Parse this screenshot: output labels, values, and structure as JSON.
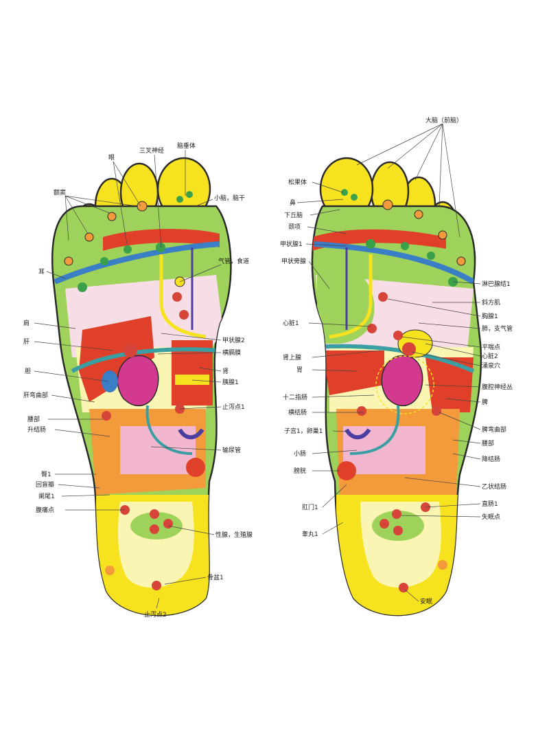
{
  "colors": {
    "outline": "#2a2a2a",
    "outer_green": "#9fd25a",
    "yellow": "#f6e21e",
    "pale_yellow": "#fbf5b4",
    "red": "#e0402a",
    "orange": "#f39a3a",
    "pink": "#f2b6cf",
    "pale_pink": "#f7dde6",
    "magenta": "#d33a8f",
    "blue": "#3a7fc6",
    "teal": "#3a9fa3",
    "purple": "#4a3fa0",
    "green_dot": "#3aa04a",
    "point": "#d7443a"
  },
  "left_foot": {
    "labels": [
      {
        "id": "l1",
        "text": "额窦"
      },
      {
        "id": "l2",
        "text": "眼"
      },
      {
        "id": "l3",
        "text": "三叉神经"
      },
      {
        "id": "l4",
        "text": "脑垂体"
      },
      {
        "id": "l5",
        "text": "小脑，脑干"
      },
      {
        "id": "l6",
        "text": "耳"
      },
      {
        "id": "l7",
        "text": "气管，食道"
      },
      {
        "id": "l8",
        "text": "肩"
      },
      {
        "id": "l9",
        "text": "肝"
      },
      {
        "id": "l10",
        "text": "甲状腺2"
      },
      {
        "id": "l11",
        "text": "横膈膜"
      },
      {
        "id": "l12",
        "text": "胆"
      },
      {
        "id": "l13",
        "text": "肾"
      },
      {
        "id": "l14",
        "text": "胰腺1"
      },
      {
        "id": "l15",
        "text": "肝弯曲部"
      },
      {
        "id": "l16",
        "text": "止泻点1"
      },
      {
        "id": "l17",
        "text": "腰部"
      },
      {
        "id": "l18",
        "text": "升结肠"
      },
      {
        "id": "l19",
        "text": "输尿管"
      },
      {
        "id": "l20",
        "text": "臀1"
      },
      {
        "id": "l21",
        "text": "回盲瓣"
      },
      {
        "id": "l22",
        "text": "阑尾1"
      },
      {
        "id": "l23",
        "text": "腹痛点"
      },
      {
        "id": "l24",
        "text": "性腺，生殖腺"
      },
      {
        "id": "l25",
        "text": "骨盆1"
      },
      {
        "id": "l26",
        "text": "止泻点2"
      }
    ]
  },
  "right_foot": {
    "labels": [
      {
        "id": "r1",
        "text": "大脑（前脑）"
      },
      {
        "id": "r2",
        "text": "松果体"
      },
      {
        "id": "r3",
        "text": "鼻"
      },
      {
        "id": "r4",
        "text": "下丘脑"
      },
      {
        "id": "r5",
        "text": "颈项"
      },
      {
        "id": "r6",
        "text": "甲状腺1"
      },
      {
        "id": "r7",
        "text": "甲状旁腺"
      },
      {
        "id": "r8",
        "text": "淋巴腺结1"
      },
      {
        "id": "r9",
        "text": "斜方肌"
      },
      {
        "id": "r10",
        "text": "胸腺1"
      },
      {
        "id": "r11",
        "text": "心脏1"
      },
      {
        "id": "r12",
        "text": "肺，支气管"
      },
      {
        "id": "r13",
        "text": "平喘点"
      },
      {
        "id": "r14",
        "text": "心脏2"
      },
      {
        "id": "r15",
        "text": "肾上腺"
      },
      {
        "id": "r16",
        "text": "涌泉穴"
      },
      {
        "id": "r17",
        "text": "胃"
      },
      {
        "id": "r18",
        "text": "腹腔神经丛"
      },
      {
        "id": "r19",
        "text": "十二指肠"
      },
      {
        "id": "r20",
        "text": "脾"
      },
      {
        "id": "r21",
        "text": "横结肠"
      },
      {
        "id": "r22",
        "text": "脾弯曲部"
      },
      {
        "id": "r23",
        "text": "子宫1，卵巢1"
      },
      {
        "id": "r24",
        "text": "腰部"
      },
      {
        "id": "r25",
        "text": "小肠"
      },
      {
        "id": "r26",
        "text": "降结肠"
      },
      {
        "id": "r27",
        "text": "膀胱"
      },
      {
        "id": "r28",
        "text": "乙状结肠"
      },
      {
        "id": "r29",
        "text": "肛门1"
      },
      {
        "id": "r30",
        "text": "直肠1"
      },
      {
        "id": "r31",
        "text": "睾丸1"
      },
      {
        "id": "r32",
        "text": "失眠点"
      },
      {
        "id": "r33",
        "text": "安眠"
      }
    ]
  }
}
